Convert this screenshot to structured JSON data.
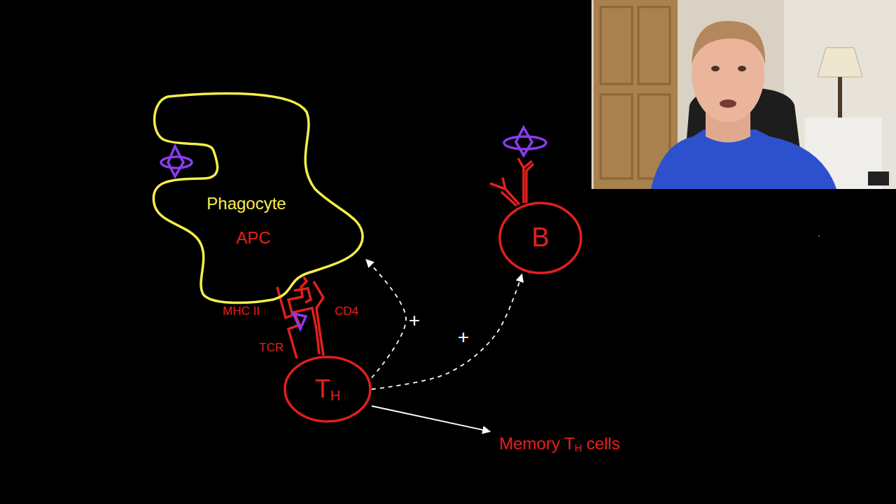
{
  "diagram": {
    "nodes": [
      {
        "text": [
          "Phagocyte",
          "APC"
        ]
      },
      {
        "text": [
          "B"
        ]
      },
      {
        "text": [
          "T",
          "H"
        ]
      },
      {
        "text": [
          "Memory T",
          "H",
          "cells"
        ]
      }
    ],
    "edges": [
      {
        "from": 2,
        "to": 0,
        "arrow": "to",
        "label": "+"
      },
      {
        "from": 2,
        "to": 1,
        "arrow": "to",
        "label": "+"
      },
      {
        "from": 2,
        "to": 3,
        "arrow": "to"
      }
    ],
    "labels": [
      "MHC II",
      "TCR",
      "CD4"
    ]
  }
}
